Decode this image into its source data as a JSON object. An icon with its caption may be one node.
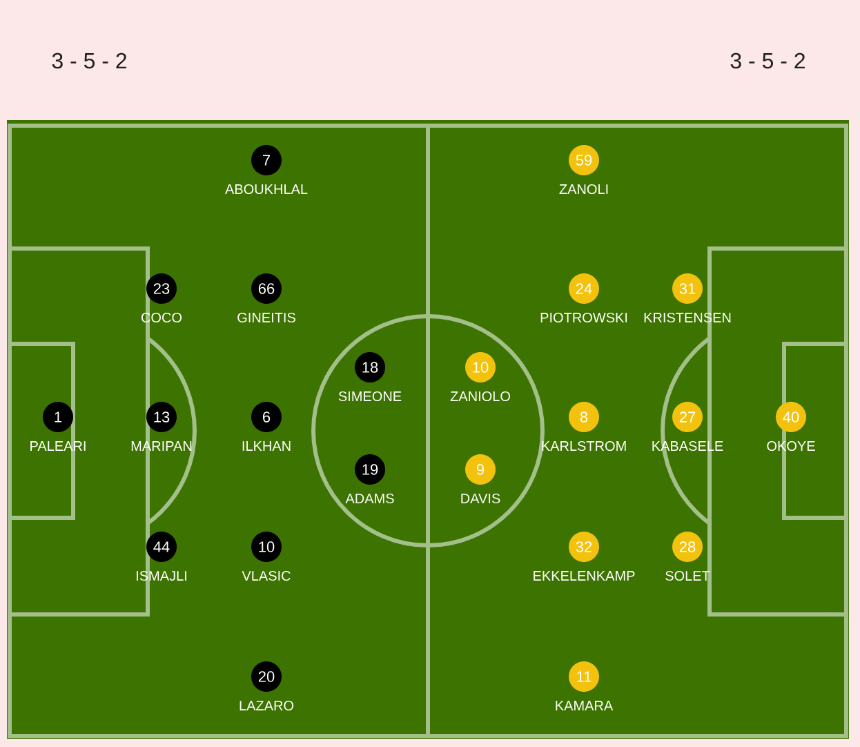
{
  "diagram": {
    "nodes": [
      {
        "text": [
          "1"
        ],
        "beside": [
          "PALEARI"
        ]
      },
      {
        "text": [
          "23"
        ],
        "beside": [
          "COCO"
        ]
      },
      {
        "text": [
          "13"
        ],
        "beside": [
          "MARIPAN"
        ]
      },
      {
        "text": [
          "44"
        ],
        "beside": [
          "ISMAJLI"
        ]
      },
      {
        "text": [
          "7"
        ],
        "beside": [
          "ABOUKHLAL"
        ]
      },
      {
        "text": [
          "66"
        ],
        "beside": [
          "GINEITIS"
        ]
      },
      {
        "text": [
          "6"
        ],
        "beside": [
          "ILKHAN"
        ]
      },
      {
        "text": [
          "10"
        ],
        "beside": [
          "VLASIC"
        ]
      },
      {
        "text": [
          "20"
        ],
        "beside": [
          "LAZARO"
        ]
      },
      {
        "text": [
          "18"
        ],
        "beside": [
          "SIMEONE"
        ]
      },
      {
        "text": [
          "19"
        ],
        "beside": [
          "ADAMS"
        ]
      },
      {
        "text": [
          "10"
        ],
        "beside": [
          "ZANIOLO"
        ]
      },
      {
        "text": [
          "9"
        ],
        "beside": [
          "DAVIS"
        ]
      },
      {
        "text": [
          "59"
        ],
        "beside": [
          "ZANOLI"
        ]
      },
      {
        "text": [
          "24"
        ],
        "beside": [
          "PIOTROWSKI"
        ]
      },
      {
        "text": [
          "8"
        ],
        "beside": [
          "KARLSTROM"
        ]
      },
      {
        "text": [
          "32"
        ],
        "beside": [
          "EKKELENKAMP"
        ]
      },
      {
        "text": [
          "11"
        ],
        "beside": [
          "KAMARA"
        ]
      },
      {
        "text": [
          "31"
        ],
        "beside": [
          "KRISTENSEN"
        ]
      },
      {
        "text": [
          "27"
        ],
        "beside": [
          "KABASELE"
        ]
      },
      {
        "text": [
          "28"
        ],
        "beside": [
          "SOLET"
        ]
      },
      {
        "text": [
          "40"
        ],
        "beside": [
          "OKOYE"
        ]
      }
    ],
    "labels": [
      "3 - 5 - 2",
      "3 - 5 - 2"
    ]
  }
}
